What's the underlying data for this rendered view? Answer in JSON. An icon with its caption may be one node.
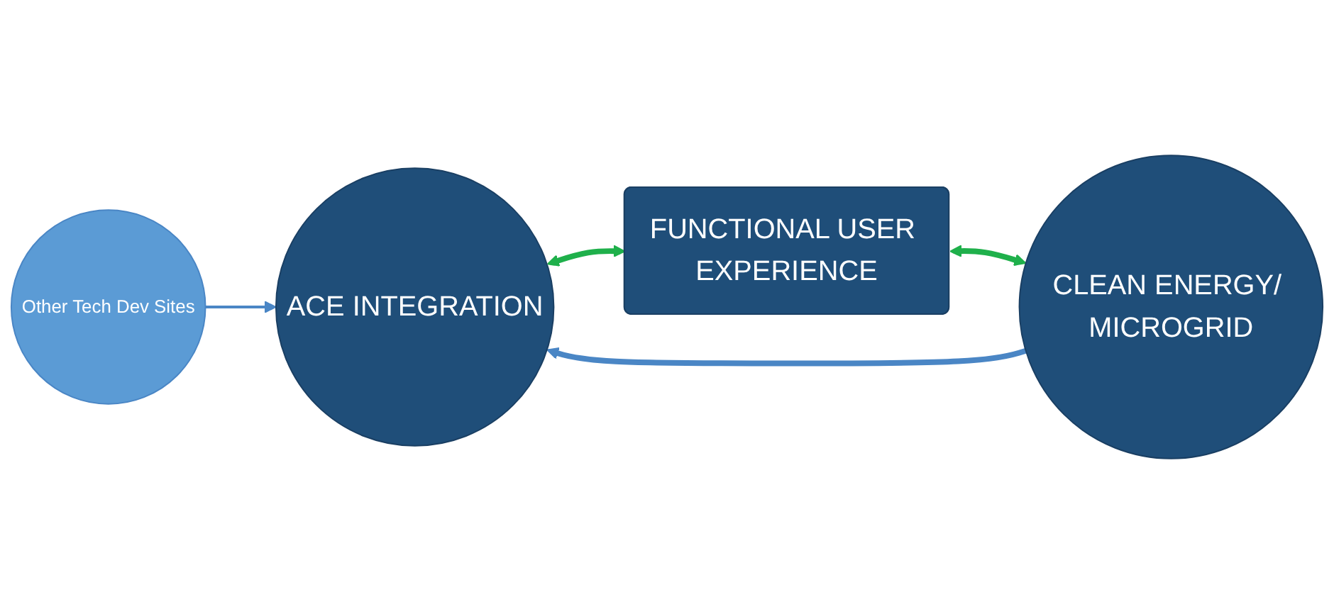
{
  "diagram": {
    "nodes": [
      {
        "text": [
          "ACE INTEGRATION"
        ]
      },
      {
        "text": [
          "FUNCTIONAL USER EXPERIENCE"
        ]
      },
      {
        "text": [
          "CLEAN ENERGY/ MICROGRID"
        ]
      },
      {
        "text": [
          "Other Tech Dev Sites"
        ]
      }
    ],
    "edges": [
      {
        "from": 0,
        "to": 1,
        "arrow": "both",
        "color": "#1fb04b"
      },
      {
        "from": 1,
        "to": 2,
        "arrow": "both",
        "color": "#1fb04b"
      },
      {
        "from": 2,
        "to": 0,
        "arrow": "to",
        "color": "#4a86c5"
      },
      {
        "from": 3,
        "to": 0,
        "arrow": "to",
        "color": "#4a86c5"
      }
    ]
  }
}
